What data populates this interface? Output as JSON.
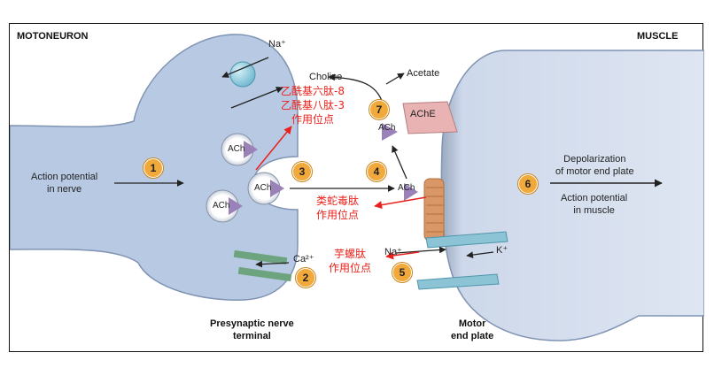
{
  "headers": {
    "left": "MOTONEURON",
    "right": "MUSCLE"
  },
  "labels": {
    "na_top": "Na⁺",
    "choline": "Choline",
    "acetate": "Acetate",
    "ache": "AChE",
    "ach": "ACh",
    "action_potential_nerve": [
      "Action potential",
      "in nerve"
    ],
    "depolarization": [
      "Depolarization",
      "of motor end plate"
    ],
    "action_potential_muscle": [
      "Action potential",
      "in muscle"
    ],
    "ca": "Ca²⁺",
    "na_bottom": "Na⁺",
    "k": "K⁺",
    "presynaptic": [
      "Presynaptic nerve",
      "terminal"
    ],
    "motor_end_plate": [
      "Motor",
      "end plate"
    ]
  },
  "annotations": {
    "acetyl_peptides": [
      "乙酰基六肽-8",
      "乙酰基八肽-3",
      "作用位点"
    ],
    "cobra_toxin": [
      "类蛇毒肽",
      "作用位点"
    ],
    "conotoxin": [
      "芋螺肽",
      "作用位点"
    ]
  },
  "steps": [
    "1",
    "2",
    "3",
    "4",
    "5",
    "6",
    "7"
  ],
  "colors": {
    "neuron": "#b8c9e3",
    "muscle": "#cdd8ea",
    "annotation": "#e8211c",
    "step_badge": "#f0a93a",
    "ache": "#e9b3b4",
    "receptor": "#d99666"
  }
}
